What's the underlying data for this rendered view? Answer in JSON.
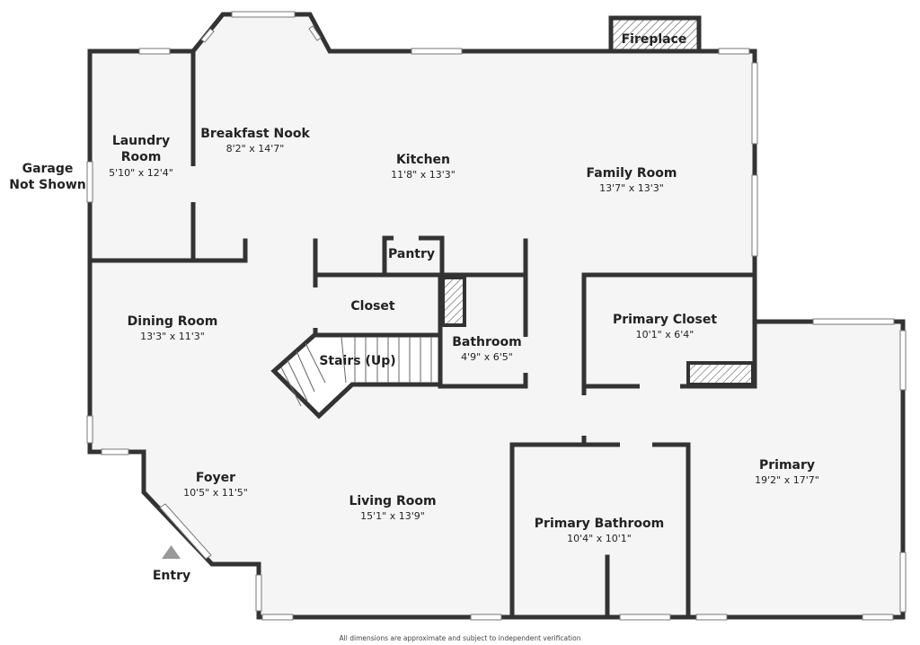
{
  "rooms": [
    {
      "id": "laundry",
      "name": "Laundry\nRoom",
      "dim": "5'10\" x 12'4\""
    },
    {
      "id": "breakfast",
      "name": "Breakfast Nook",
      "dim": "8'2\" x 14'7\""
    },
    {
      "id": "kitchen",
      "name": "Kitchen",
      "dim": "11'8\" x 13'3\""
    },
    {
      "id": "family",
      "name": "Family Room",
      "dim": "13'7\" x 13'3\""
    },
    {
      "id": "fireplace",
      "name": "Fireplace",
      "dim": ""
    },
    {
      "id": "pantry",
      "name": "Pantry",
      "dim": ""
    },
    {
      "id": "closet",
      "name": "Closet",
      "dim": ""
    },
    {
      "id": "dining",
      "name": "Dining Room",
      "dim": "13'3\" x 11'3\""
    },
    {
      "id": "stairs",
      "name": "Stairs (Up)",
      "dim": ""
    },
    {
      "id": "bathroom",
      "name": "Bathroom",
      "dim": "4'9\" x 6'5\""
    },
    {
      "id": "primary-closet",
      "name": "Primary Closet",
      "dim": "10'1\" x 6'4\""
    },
    {
      "id": "primary",
      "name": "Primary",
      "dim": "19'2\" x 17'7\""
    },
    {
      "id": "foyer",
      "name": "Foyer",
      "dim": "10'5\" x 11'5\""
    },
    {
      "id": "living",
      "name": "Living Room",
      "dim": "15'1\" x 13'9\""
    },
    {
      "id": "primary-bath",
      "name": "Primary Bathroom",
      "dim": "10'4\" x 10'1\""
    }
  ],
  "labels": {
    "garage": "Garage\nNot Shown",
    "entry": "Entry"
  },
  "footer": "All dimensions are approximate and subject to independent verification"
}
